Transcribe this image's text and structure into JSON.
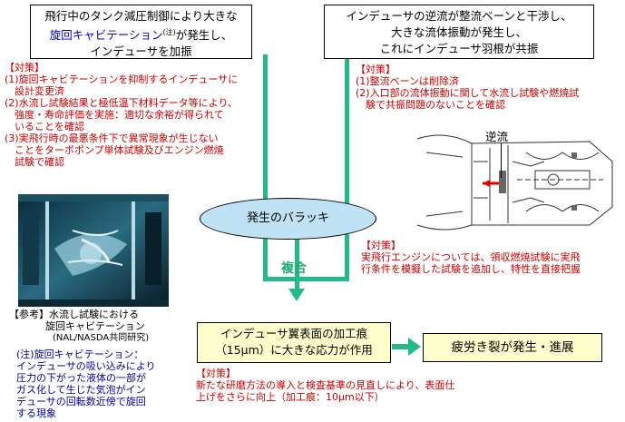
{
  "top_left_box": {
    "line1": "飛行中のタンク減圧制御により大きな",
    "line2_blue": "旋回キャビテーション",
    "line2_sup": "(注)",
    "line2_rest": "が発生し、",
    "line3": "インデューサを加振"
  },
  "top_right_box": {
    "line1": "インデューサの逆流が整流ベーンと干渉し、",
    "line2": "大きな流体振動が発生し、",
    "line3": "これにインデューサ羽根が共振"
  },
  "left_measures": {
    "title": "【対策】",
    "lines": [
      "(1)旋回キャビテーションを抑制するインデューサに",
      "　設計変更済",
      "(2)水流し試験結果と極低温下材料データ等により、",
      "　強度・寿命評価を実施：適切な余裕が得られて",
      "　いることを確認",
      "(3)実飛行時の最悪条件下で異常現象が生じない",
      "　ことをターボポンプ単体試験及びエンジン燃焼",
      "　試験で確認"
    ]
  },
  "right_measures": {
    "title": "【対策】",
    "lines": [
      "(1)整流ベーンは削除済",
      "(2)入口部の流体振動に関して水流し試験や燃焼試",
      "　験で共振問題のないことを確認"
    ]
  },
  "figure_label": "逆流",
  "ellipse_label": "発生のバラッキ",
  "combine_label": "複合",
  "middle_measures": {
    "title": "【対策】",
    "lines": [
      "実飛行エンジンについては、領収燃焼試験に実飛",
      "行条件を模擬した試験を追加し、特性を直接把握"
    ]
  },
  "photo_caption": {
    "line1": "【参考】水流し試験における",
    "line2": "旋回キャビテーション",
    "line3": "(NAL/NASDA共同研究)"
  },
  "footnote": {
    "lines": [
      "(注)旋回キャビテーション：",
      "インデューサの吸い込みにより",
      "圧力の下がった液体の一部が",
      "ガス化して生じた気泡がイン",
      "デューサの回転数近傍で旋回",
      "する現象"
    ]
  },
  "bottom_box": {
    "line1": "インデューサ翼表面の加工痕",
    "line2": "（15μm）に大きな応力が作用"
  },
  "result_box": {
    "label": "疲労き裂が発生・進展"
  },
  "bottom_measures": {
    "title": "【対策】",
    "lines": [
      "新たな研磨方法の導入と検査基準の見直しにより、表面仕",
      "上げをさらに向上（加工痕：10μm以下）"
    ]
  },
  "colors": {
    "connector": "#22bb88",
    "measures": "#cc0000",
    "note": "#0000aa",
    "ellipse": "#bfe3f5",
    "box_fill": "#fefecc"
  }
}
